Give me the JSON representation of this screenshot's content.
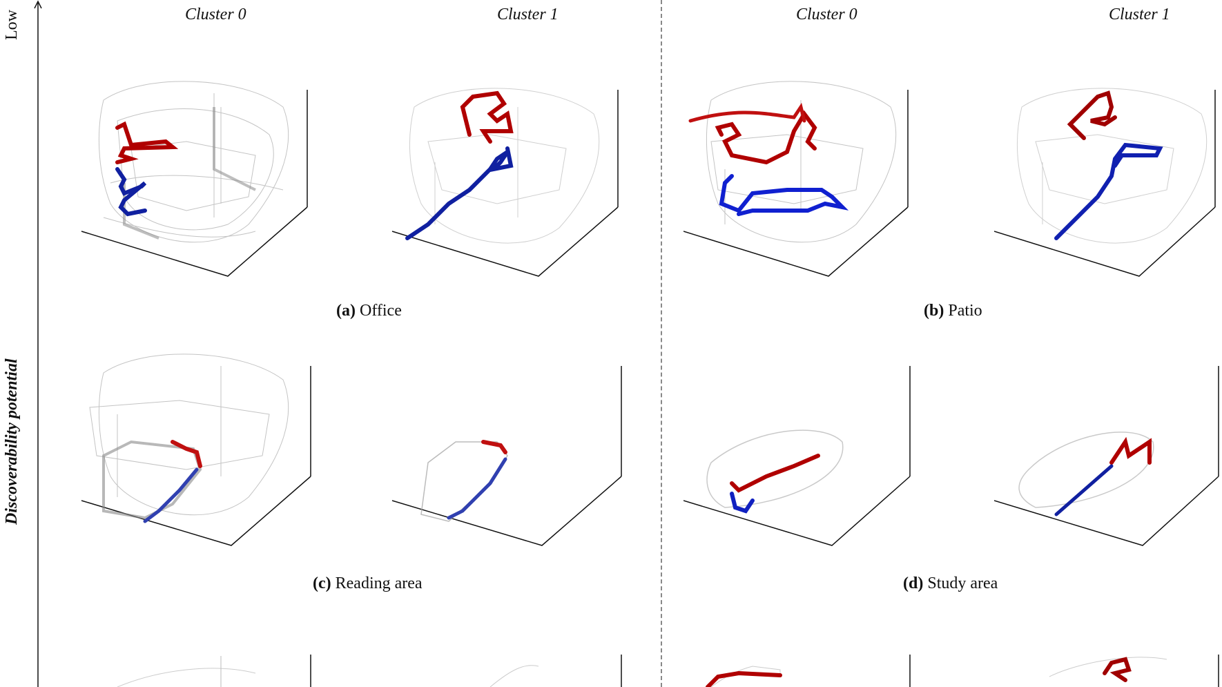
{
  "axis": {
    "low_label": "Low",
    "title": "Discoverability potential"
  },
  "columns": {
    "left": [
      "Cluster 0",
      "Cluster 1"
    ],
    "right": [
      "Cluster 0",
      "Cluster 1"
    ]
  },
  "captions": [
    {
      "letter": "(a)",
      "text": "Office"
    },
    {
      "letter": "(b)",
      "text": "Patio"
    },
    {
      "letter": "(c)",
      "text": "Reading area"
    },
    {
      "letter": "(d)",
      "text": "Study area"
    }
  ],
  "colors": {
    "red_trace": "#b00000",
    "blue_trace": "#1020a0",
    "grey_trace": "#999999",
    "divider": "#888888"
  }
}
